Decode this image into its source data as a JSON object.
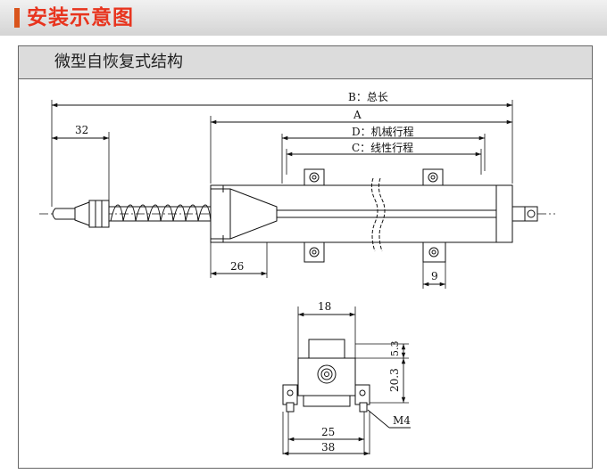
{
  "header": {
    "title": "安装示意图"
  },
  "panel": {
    "title": "微型自恢复式结构"
  },
  "dimensions": {
    "b_total_length": "B：总长",
    "a_length": "A",
    "d_mechanical_stroke": "D：机械行程",
    "c_linear_stroke": "C：线性行程",
    "rod_32": "32",
    "end_26": "26",
    "spacing_9": "9",
    "width_18": "18",
    "height_5_3": "5.3",
    "height_20_3": "20.3",
    "span_25": "25",
    "span_38": "38",
    "screw_m4": "M4"
  },
  "colors": {
    "accent": "#d9541c",
    "title_red": "#e8341e",
    "line": "#111111"
  }
}
